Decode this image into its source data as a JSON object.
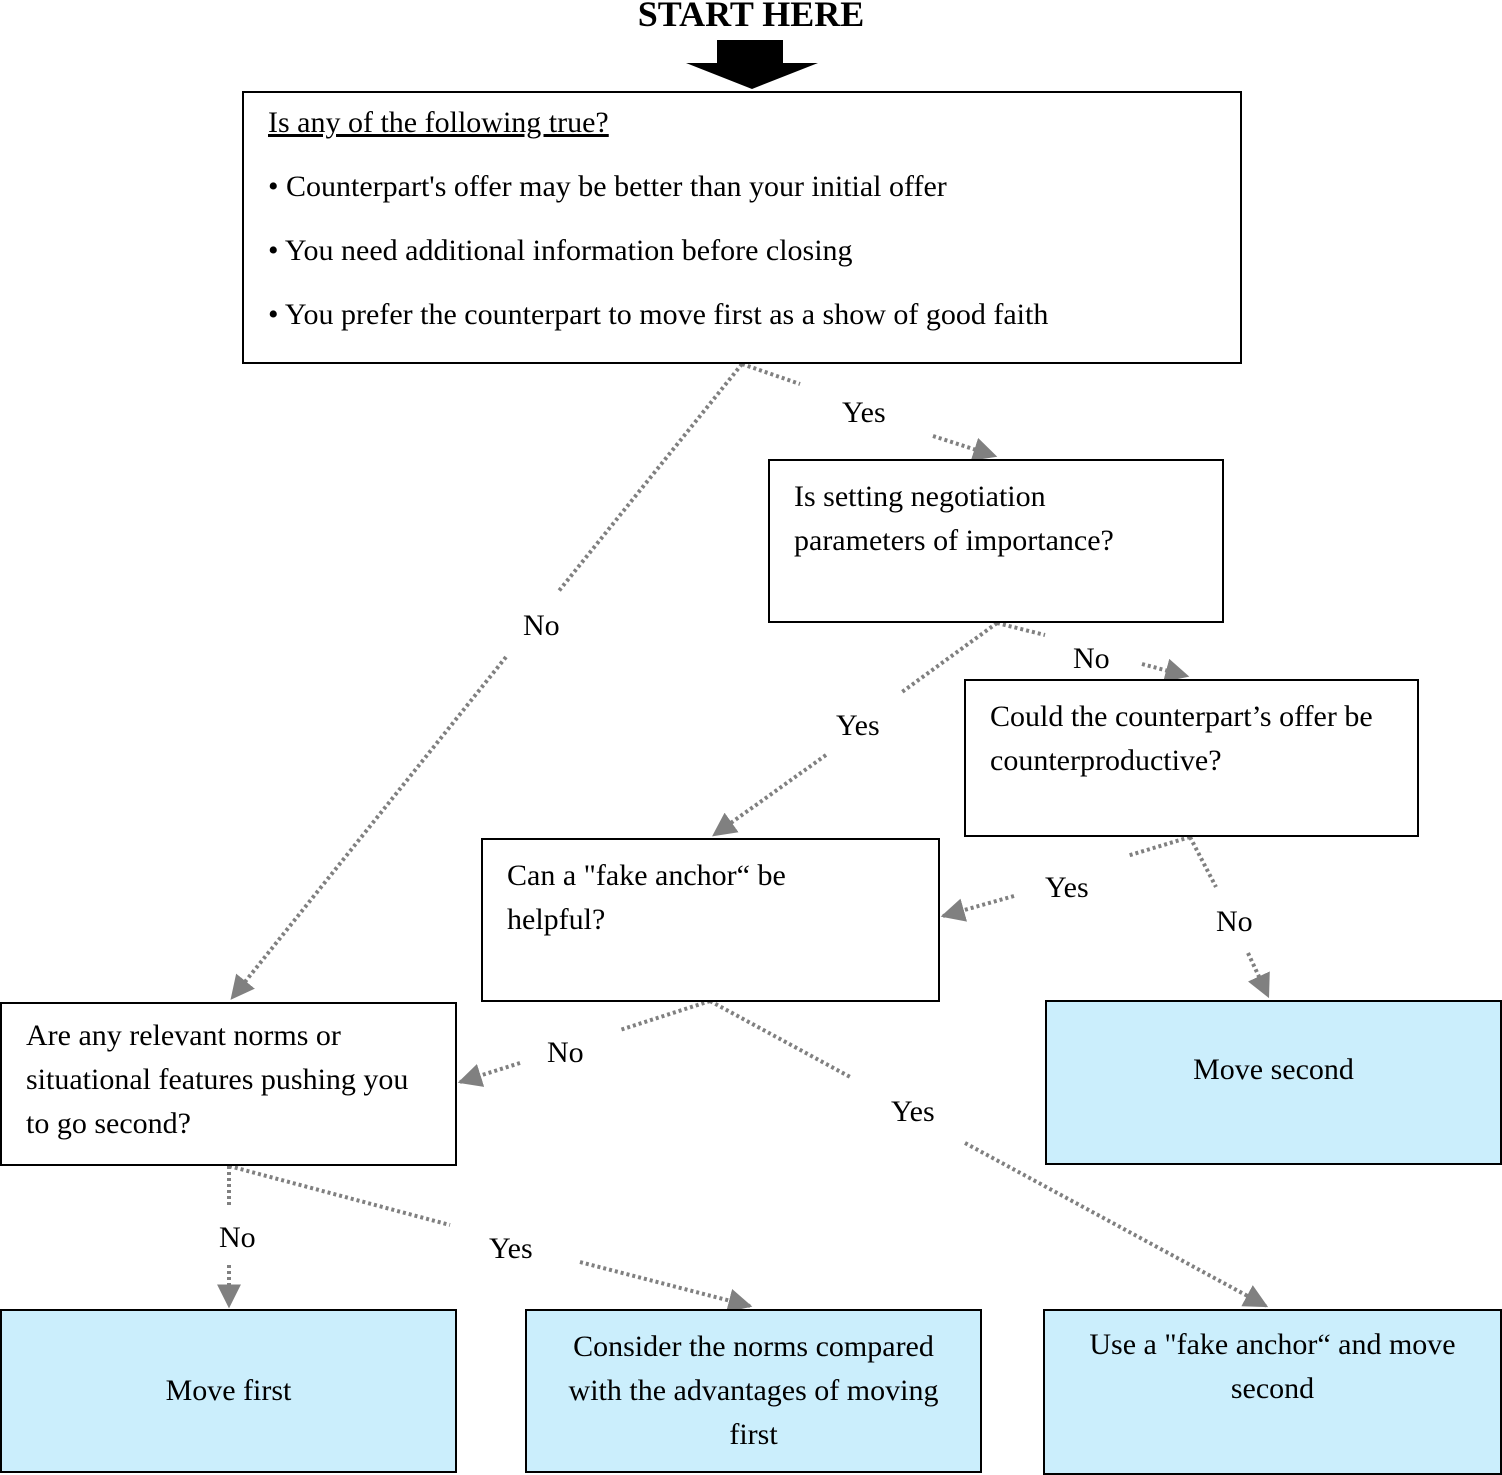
{
  "start_label": "START HERE",
  "question_1": {
    "title": "Is any of the following true?",
    "items": [
      "• Counterpart's offer may be better than your initial offer",
      "• You need additional information before closing",
      "• You prefer the counterpart to move first as a show of good faith"
    ]
  },
  "question_2": "Is setting negotiation parameters of importance?",
  "question_3": "Could the counterpart’s offer be counterproductive?",
  "question_4": "Can a \"fake anchor“ be helpful?",
  "question_5": "Are any relevant norms or situational features pushing you to go second?",
  "outcomes": {
    "move_second": "Move second",
    "move_first": "Move first",
    "consider_norms": "Consider the norms compared with the advantages of moving first",
    "fake_anchor_second": "Use a \"fake anchor“ and move second"
  },
  "edge_labels": {
    "q1_yes": "Yes",
    "q1_no": "No",
    "q2_yes": "Yes",
    "q2_no": "No",
    "q3_yes": "Yes",
    "q3_no": "No",
    "q4_no": "No",
    "q4_yes": "Yes",
    "q5_no": "No",
    "q5_yes": "Yes"
  },
  "colors": {
    "connector": "#808080",
    "outcome_fill": "#cbeefc"
  }
}
